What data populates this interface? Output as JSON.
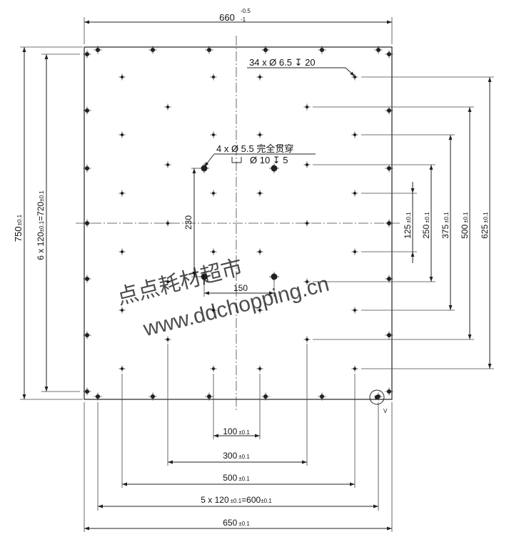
{
  "dimensions": {
    "width_top": "660",
    "width_top_tol_upper": "-0.5",
    "width_top_tol_lower": "-1",
    "height_outer": "750",
    "height_outer_tol": "±0.1",
    "height_pitch": "6 x 120",
    "height_pitch_tol": "±0.1",
    "height_pitch_total": "=720",
    "height_pitch_total_tol": "±0.1",
    "right_125": "125",
    "right_250": "250",
    "right_375": "375",
    "right_500": "500",
    "right_625": "625",
    "right_tol": "±0.1",
    "bottom_100": "100",
    "bottom_300": "300",
    "bottom_500": "500",
    "bottom_pitch": "5 x 120",
    "bottom_pitch_total": "=600",
    "bottom_650": "650",
    "bottom_tol": "±0.1",
    "center_230": "230",
    "center_150": "150"
  },
  "callouts": {
    "holes_34": "34 x Ø 6.5 ↧ 20",
    "holes_4_line1": "4 x Ø 5.5 完全贯穿",
    "holes_4_line2": "Ø 10 ↧ 5",
    "corner_marker": "V"
  },
  "watermark": {
    "line1": "点点耗材超市",
    "line2": "www.ddchopping.cn",
    "color": "#d9b6e6"
  },
  "colors": {
    "line": "#222222",
    "background": "#ffffff"
  }
}
